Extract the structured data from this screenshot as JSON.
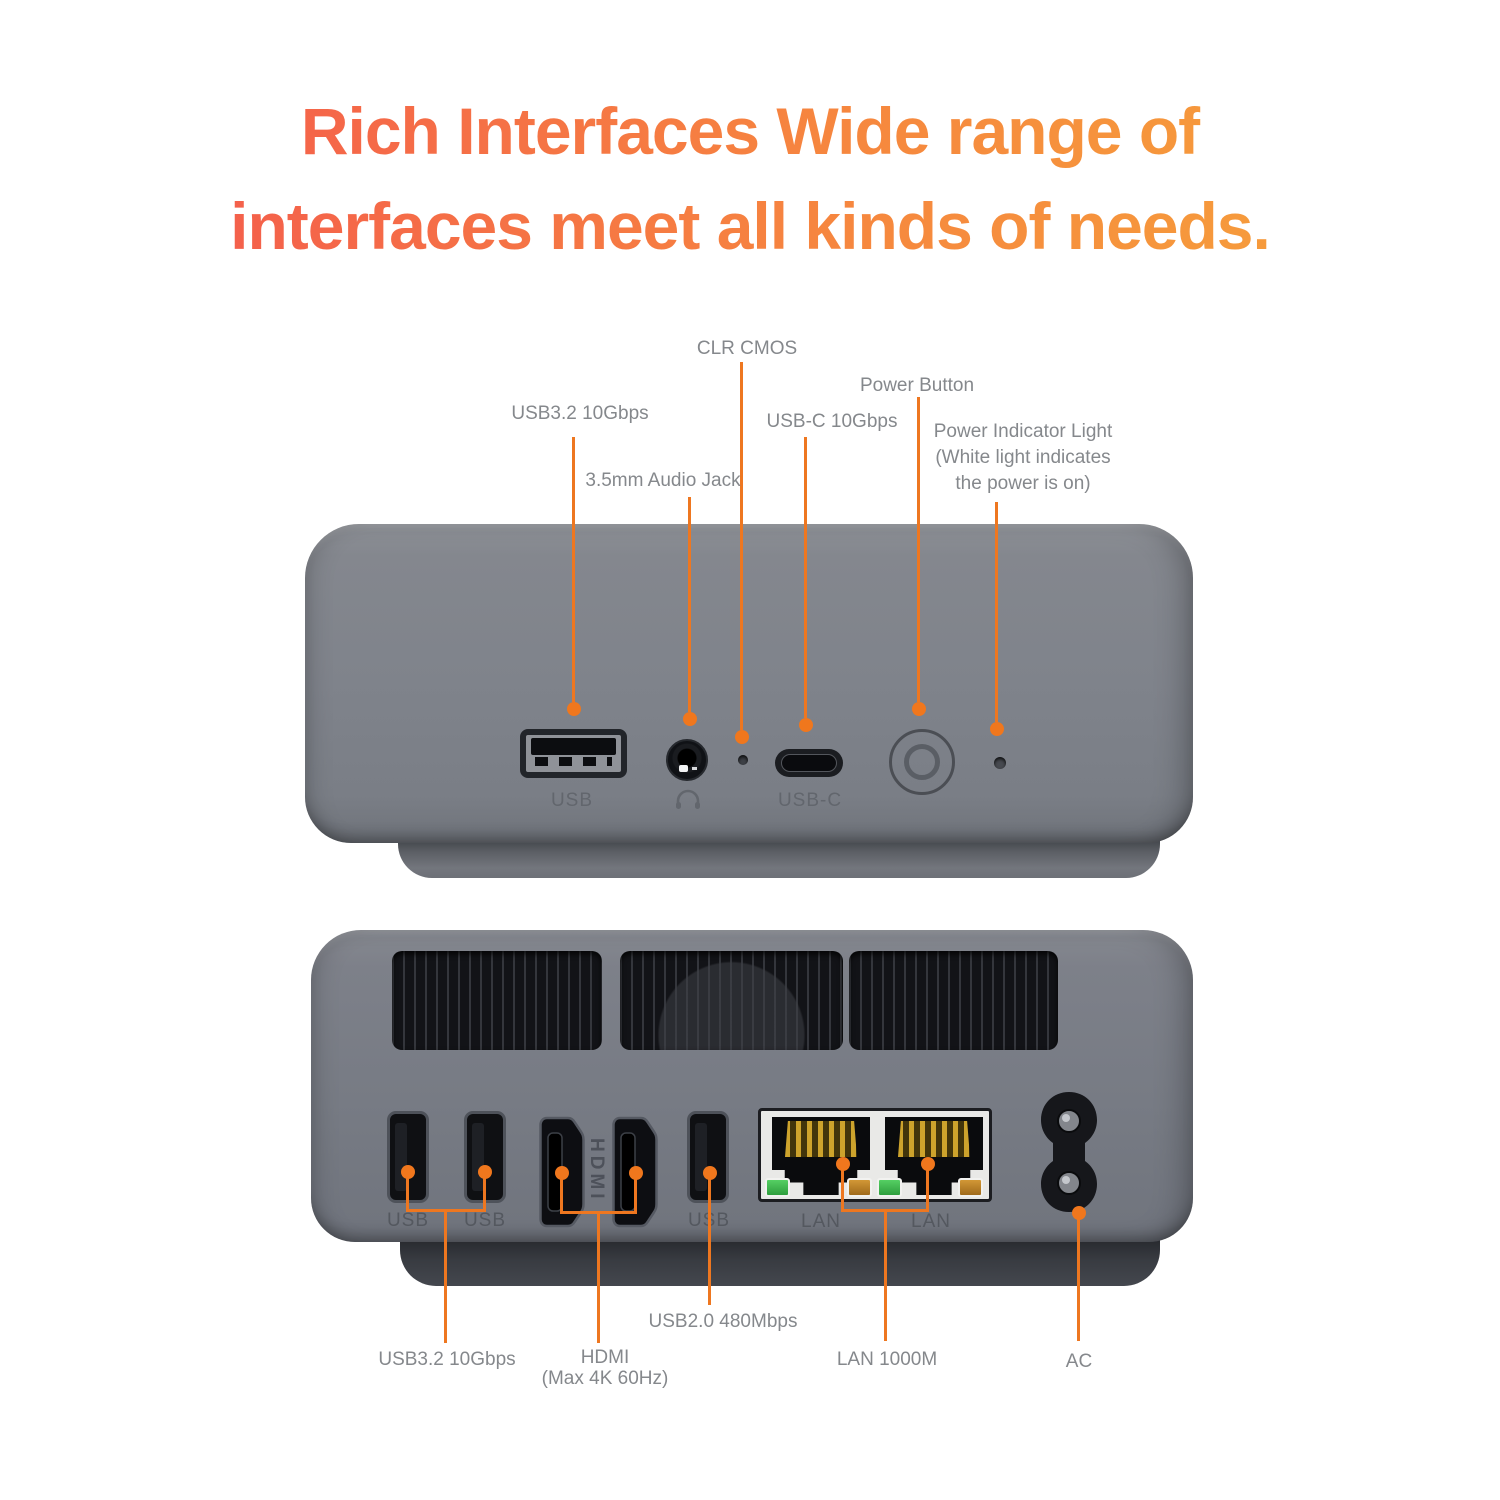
{
  "title": {
    "line1": "Rich Interfaces Wide range of",
    "line2": "interfaces meet all kinds of needs."
  },
  "front": {
    "callout_usb": "USB3.2 10Gbps",
    "callout_audio": "3.5mm Audio Jack",
    "callout_cmos": "CLR CMOS",
    "callout_usbc": "USB-C 10Gbps",
    "callout_power": "Power Button",
    "callout_indicator_line1": "Power Indicator Light",
    "callout_indicator_line2": "(White light indicates",
    "callout_indicator_line3": "the power is on)",
    "port_usb": "USB",
    "port_usbc": "USB-C",
    "audio_icon": "headphone-icon"
  },
  "back": {
    "port_usb1": "USB",
    "port_usb2": "USB",
    "port_usb3": "USB",
    "port_lan1": "LAN",
    "port_lan2": "LAN",
    "hdmi_vertical": "HDMI",
    "callout_usb32": "USB3.2 10Gbps",
    "callout_hdmi_line1": "HDMI",
    "callout_hdmi_line2": "(Max 4K 60Hz)",
    "callout_usb20": "USB2.0 480Mbps",
    "callout_lan": "LAN 1000M",
    "callout_ac": "AC"
  },
  "colors": {
    "accent_orange": "#EE7720",
    "title_gradient_start": "#F4574E",
    "title_gradient_end": "#F6A23A",
    "label_gray": "#85888C",
    "device_gray": "#7F838B",
    "back_base_dark": "#3A3D43"
  }
}
